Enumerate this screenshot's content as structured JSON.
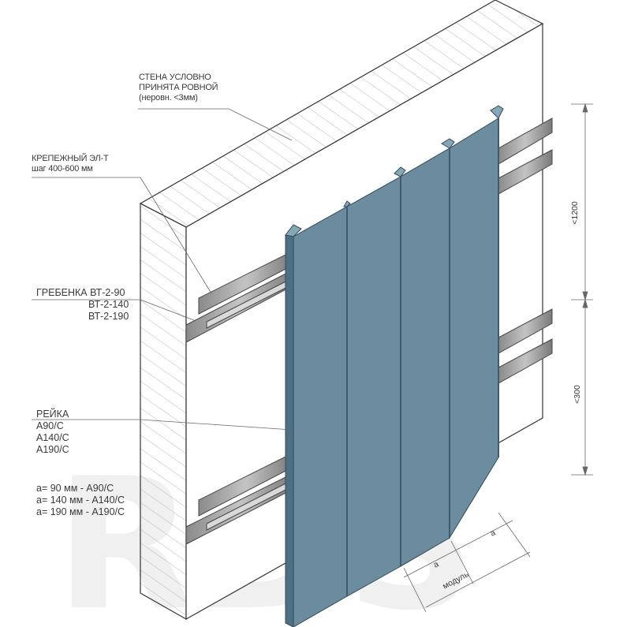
{
  "watermark": "RDS",
  "wall_note": {
    "line1": "СТЕНА УСЛОВНО",
    "line2": "ПРИНЯТА РОВНОЙ",
    "line3": "(неровн. <3мм)"
  },
  "fastener": {
    "line1": "КРЕПЕЖНЫЙ ЭЛ-Т",
    "line2": "шаг 400-600 мм"
  },
  "comb": {
    "title": "ГРЕБЕНКА ВТ-2-90",
    "variant1": "ВТ-2-140",
    "variant2": "ВТ-2-190"
  },
  "rail": {
    "title": "РЕЙКА",
    "types": [
      "А90/С",
      "А140/С",
      "А190/С"
    ]
  },
  "widths": [
    "а=  90 мм - А90/С",
    "а= 140 мм - А140/С",
    "а= 190 мм - А190/С"
  ],
  "dimensions": {
    "upper": "<1200",
    "lower": "<300",
    "a": "a",
    "module": "модуль"
  },
  "colors": {
    "panel": "#6a8c9e",
    "panel_dark": "#4f7082",
    "panel_light": "#86a7b6",
    "metal": "#9a9a9a",
    "line": "#555555"
  }
}
